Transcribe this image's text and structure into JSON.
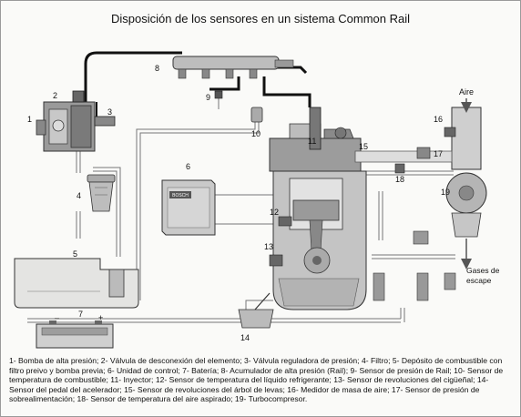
{
  "diagram": {
    "title": "Disposición de los sensores en un sistema Common Rail",
    "labels": {
      "n1": "1",
      "n2": "2",
      "n3": "3",
      "n4": "4",
      "n5": "5",
      "n6": "6",
      "n7": "7",
      "n8": "8",
      "n9": "9",
      "n10": "10",
      "n11": "11",
      "n12": "12",
      "n13": "13",
      "n14": "14",
      "n15": "15",
      "n16": "16",
      "n17": "17",
      "n18": "18",
      "n19": "19",
      "aire": "Aire",
      "gases_1": "Gases de",
      "gases_2": "escape",
      "brand": "BOSCH",
      "minus": "–",
      "plus": "+"
    },
    "caption": "1- Bomba de alta presión; 2- Válvula de desconexión del elemento; 3- Válvula reguladora de presión; 4- Filtro; 5- Depósito de combustible con filtro preivo y bomba previa; 6- Unidad de control; 7- Batería; 8- Acumulador de alta presión (Rail); 9- Sensor de presión de Rail; 10- Sensor de temperatura de combustible; 11- Inyector; 12- Sensor de temperatura del líquido refrigerante; 13- Sensor de revoluciones del cigüeñal; 14- Sensor del pedal del acelerador; 15- Sensor de revoluciones del árbol de levas; 16- Medidor de masa de aire; 17- Sensor de presión de sobrealimentación; 18- Sensor de temperatura del aire aspirado; 19- Turbocompresor."
  }
}
